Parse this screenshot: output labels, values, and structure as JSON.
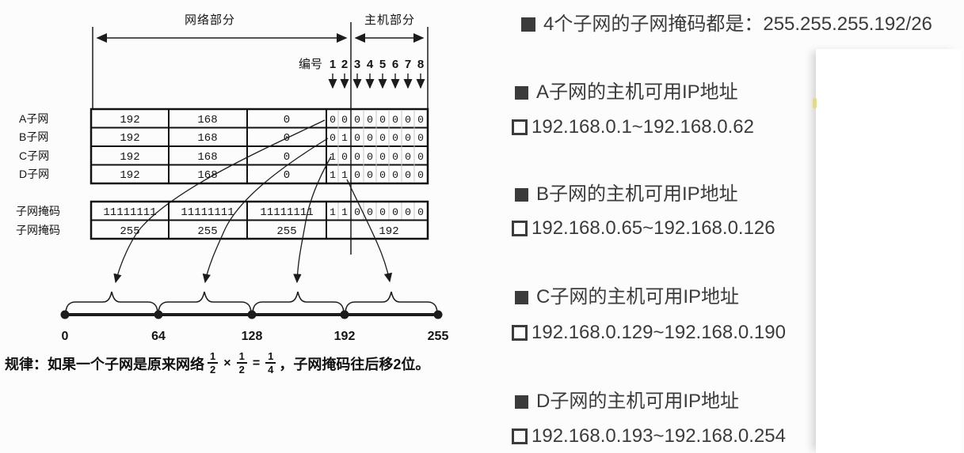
{
  "diagram": {
    "network_section": "网络部分",
    "host_section": "主机部分",
    "bit_no_label": "编号",
    "bit_numbers": [
      "1",
      "2",
      "3",
      "4",
      "5",
      "6",
      "7",
      "8"
    ],
    "bit_number_color": "#3b4c6b",
    "rows": [
      {
        "label": "A子网",
        "o1": "192",
        "o2": "168",
        "o3": "0",
        "bits": [
          "0",
          "0",
          "0",
          "0",
          "0",
          "0",
          "0",
          "0"
        ]
      },
      {
        "label": "B子网",
        "o1": "192",
        "o2": "168",
        "o3": "0",
        "bits": [
          "0",
          "1",
          "0",
          "0",
          "0",
          "0",
          "0",
          "0"
        ]
      },
      {
        "label": "C子网",
        "o1": "192",
        "o2": "168",
        "o3": "0",
        "bits": [
          "1",
          "0",
          "0",
          "0",
          "0",
          "0",
          "0",
          "0"
        ]
      },
      {
        "label": "D子网",
        "o1": "192",
        "o2": "168",
        "o3": "0",
        "bits": [
          "1",
          "1",
          "0",
          "0",
          "0",
          "0",
          "0",
          "0"
        ]
      }
    ],
    "mask_bin": {
      "label": "子网掩码",
      "o1": "11111111",
      "o2": "11111111",
      "o3": "11111111",
      "bits": [
        "1",
        "1",
        "0",
        "0",
        "0",
        "0",
        "0",
        "0"
      ]
    },
    "mask_dec": {
      "label": "子网掩码",
      "o1": "255",
      "o2": "255",
      "o3": "255",
      "o4": "192"
    },
    "number_line": {
      "ticks": [
        "0",
        "64",
        "128",
        "192",
        "255"
      ]
    },
    "rule": {
      "prefix": "规律：如果一个子网是原来网络",
      "frac1_n": "1",
      "frac1_d": "2",
      "times": "×",
      "frac2_n": "1",
      "frac2_d": "2",
      "equals": "=",
      "frac3_n": "1",
      "frac3_d": "4",
      "suffix": "，子网掩码往后移2位。"
    }
  },
  "notes": {
    "summary": "4个子网的子网掩码都是：255.255.255.192/26",
    "groups": [
      {
        "heading": "A子网的主机可用IP地址",
        "range": "192.168.0.1~192.168.0.62"
      },
      {
        "heading": "B子网的主机可用IP地址",
        "range": "192.168.0.65~192.168.0.126"
      },
      {
        "heading": "C子网的主机可用IP地址",
        "range": "192.168.0.129~192.168.0.190"
      },
      {
        "heading": "D子网的主机可用IP地址",
        "range": "192.168.0.193~192.168.0.254"
      }
    ]
  }
}
